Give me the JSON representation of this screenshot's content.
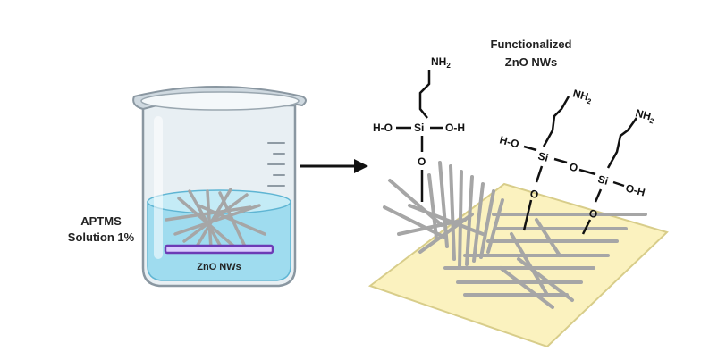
{
  "labels": {
    "solution_line1": "APTMS",
    "solution_line2": "Solution 1%",
    "zno_nws": "ZnO NWs",
    "functionalized_line1": "Functionalized",
    "functionalized_line2": "ZnO NWs"
  },
  "chem": {
    "amine": "NH",
    "amine_sub": "2",
    "silicon": "Si",
    "oxygen": "O",
    "ho": "H-O",
    "oh": "O-H",
    "oh_short": "O-H"
  },
  "colors": {
    "liquid": "#9fdcef",
    "beaker_glass": "#e4ecf1",
    "substrate": "#fbf2bf",
    "substrate_edge": "#d8cd8a",
    "nanowire": "#a6a6a6",
    "arrow": "#111111",
    "electrode": "#6c3bb6"
  }
}
